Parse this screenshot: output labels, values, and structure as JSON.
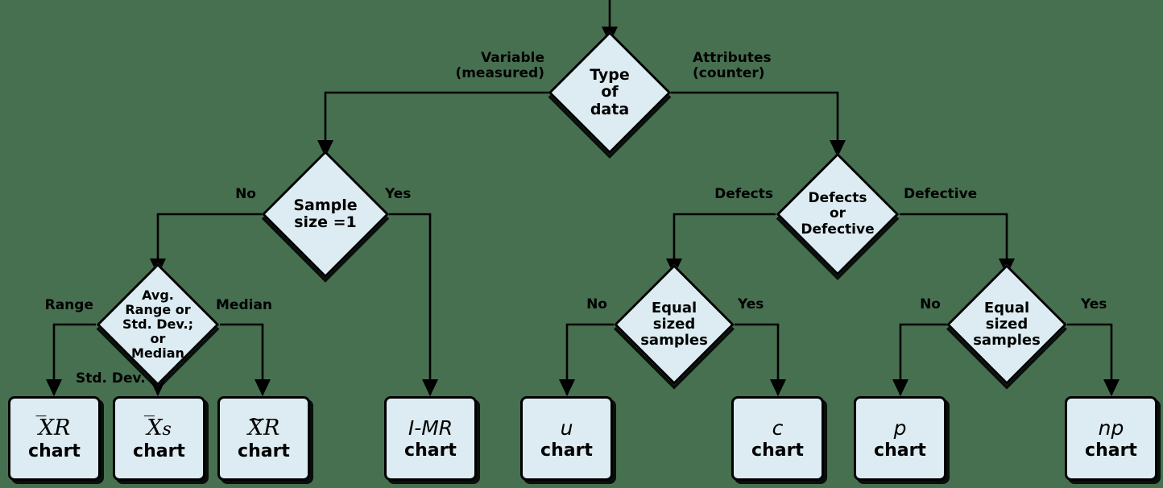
{
  "diagram": {
    "title": "Control chart selection decision tree",
    "background_color": "#477050",
    "node_fill": "#dcecf2",
    "node_stroke": "#000000"
  },
  "decisions": [
    {
      "id": "type-of-data",
      "text": "Type\nof\ndata"
    },
    {
      "id": "sample-size",
      "text": "Sample\nsize  =1"
    },
    {
      "id": "avg-range-std-median",
      "text": "Avg.\nRange or\nStd. Dev.;\nor\nMedian"
    },
    {
      "id": "defects-or-defective",
      "text": "Defects\nor\nDefective"
    },
    {
      "id": "equal-sized-samples-defects",
      "text": "Equal\nsized\nsamples"
    },
    {
      "id": "equal-sized-samples-defective",
      "text": "Equal\nsized\nsamples"
    }
  ],
  "edge_labels": [
    {
      "id": "variable-measured",
      "text": "Variable\n(measured)"
    },
    {
      "id": "attributes-counter",
      "text": "Attributes\n(counter)"
    },
    {
      "id": "sample-size-no",
      "text": "No"
    },
    {
      "id": "sample-size-yes",
      "text": "Yes"
    },
    {
      "id": "range",
      "text": "Range"
    },
    {
      "id": "std-dev",
      "text": "Std. Dev."
    },
    {
      "id": "median",
      "text": "Median"
    },
    {
      "id": "defects",
      "text": "Defects"
    },
    {
      "id": "defective",
      "text": "Defective"
    },
    {
      "id": "defects-equal-no",
      "text": "No"
    },
    {
      "id": "defects-equal-yes",
      "text": "Yes"
    },
    {
      "id": "defective-equal-no",
      "text": "No"
    },
    {
      "id": "defective-equal-yes",
      "text": "Yes"
    }
  ],
  "charts": [
    {
      "id": "xbar-r-chart",
      "symbol": "XR",
      "accent": "bar",
      "accent_on": "X",
      "trail": "R",
      "word": "chart",
      "style": "serif"
    },
    {
      "id": "xbar-s-chart",
      "symbol": "Xs",
      "accent": "bar",
      "accent_on": "X",
      "trail": "s",
      "word": "chart",
      "style": "serif"
    },
    {
      "id": "xtilde-r-chart",
      "symbol": "XR",
      "accent": "tilde",
      "accent_on": "X",
      "trail": "R",
      "word": "chart",
      "style": "serif"
    },
    {
      "id": "i-mr-chart",
      "symbol": "I-MR",
      "accent": "none",
      "accent_on": "",
      "trail": "",
      "word": "chart",
      "style": "sans"
    },
    {
      "id": "u-chart",
      "symbol": "u",
      "accent": "none",
      "accent_on": "",
      "trail": "",
      "word": "chart",
      "style": "sans"
    },
    {
      "id": "c-chart",
      "symbol": "c",
      "accent": "none",
      "accent_on": "",
      "trail": "",
      "word": "chart",
      "style": "sans"
    },
    {
      "id": "p-chart",
      "symbol": "p",
      "accent": "none",
      "accent_on": "",
      "trail": "",
      "word": "chart",
      "style": "sans"
    },
    {
      "id": "np-chart",
      "symbol": "np",
      "accent": "none",
      "accent_on": "",
      "trail": "",
      "word": "chart",
      "style": "sans"
    }
  ]
}
